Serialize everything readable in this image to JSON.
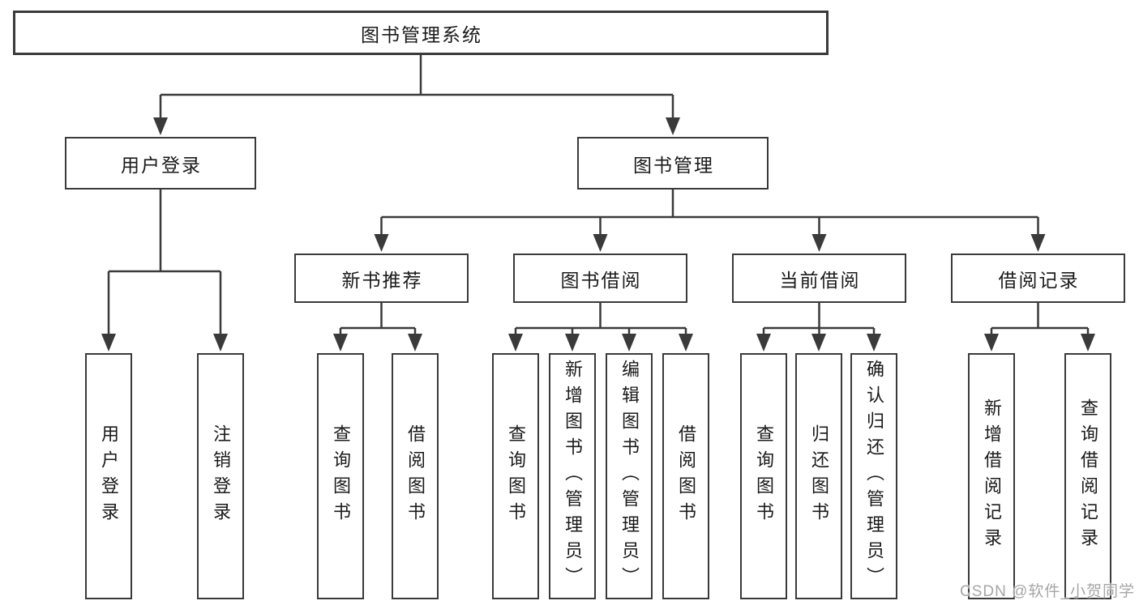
{
  "diagram_data": {
    "type": "hierarchy",
    "title": "图书管理系统",
    "orientation": "top-down",
    "tree": {
      "label": "图书管理系统",
      "children": [
        {
          "label": "用户登录",
          "children": [
            {
              "label": "用户登录"
            },
            {
              "label": "注销登录"
            }
          ]
        },
        {
          "label": "图书管理",
          "children": [
            {
              "label": "新书推荐",
              "children": [
                {
                  "label": "查询图书"
                },
                {
                  "label": "借阅图书"
                }
              ]
            },
            {
              "label": "图书借阅",
              "children": [
                {
                  "label": "查询图书"
                },
                {
                  "label": "新增图书（管理员）"
                },
                {
                  "label": "编辑图书（管理员）"
                },
                {
                  "label": "借阅图书"
                }
              ]
            },
            {
              "label": "当前借阅",
              "children": [
                {
                  "label": "查询图书"
                },
                {
                  "label": "归还图书"
                },
                {
                  "label": "确认归还（管理员）"
                }
              ]
            },
            {
              "label": "借阅记录",
              "children": [
                {
                  "label": "新增借阅记录"
                },
                {
                  "label": "查询借阅记录"
                }
              ]
            }
          ]
        }
      ]
    }
  },
  "watermark": {
    "text": "CSDN @软件_小贺同学",
    "color": "#a6a6a6"
  },
  "colors": {
    "background": "#ffffff",
    "box_fill": "#ffffff",
    "box_border": "#3a3a3a",
    "connector": "#3a3a3a",
    "text": "#1a1a1a"
  }
}
